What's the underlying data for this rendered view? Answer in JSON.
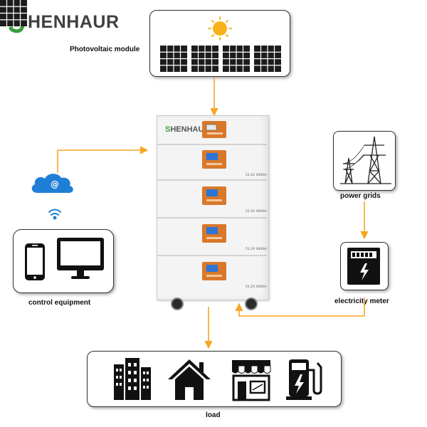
{
  "brand": {
    "logo_rest": "HENHAUR",
    "cabinet_logo_rest": "HENHAUR"
  },
  "labels": {
    "photovoltaic": "Photovoltaic module",
    "power_grids": "power grids",
    "electricity_meter": "electricity meter",
    "control_equipment": "control equipment",
    "load": "load"
  },
  "battery_modules": [
    {
      "spec": "51.2V 300AH"
    },
    {
      "spec": "51.2V 300AH"
    },
    {
      "spec": "51.2V 300AH"
    },
    {
      "spec": "51.2V 300AH"
    }
  ],
  "colors": {
    "arrow": "#f5a623",
    "logo_green": "#3a9e3a",
    "panel_orange": "#d9782a",
    "lcd_blue": "#2e74d6",
    "cloud_blue": "#1f7fd6"
  },
  "icons": [
    "sun-icon",
    "solar-panel-icon",
    "cloud-icon",
    "wifi-icon",
    "phone-icon",
    "monitor-icon",
    "power-tower-icon",
    "meter-icon",
    "building-icon",
    "house-icon",
    "shop-icon",
    "ev-charger-icon"
  ]
}
